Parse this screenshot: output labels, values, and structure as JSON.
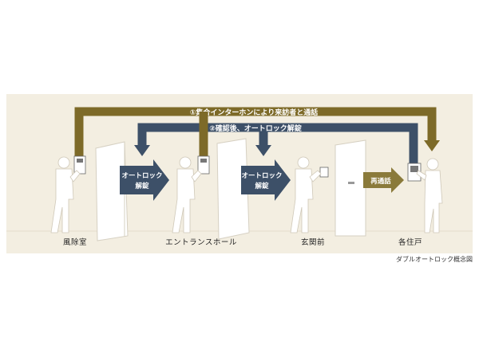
{
  "routes": {
    "call_label": "①集合インターホンにより来訪者と通話",
    "confirm_label": "②確認後、オートロック解錠"
  },
  "unlock_arrows": [
    {
      "line1": "オートロック",
      "line2": "解錠"
    },
    {
      "line1": "オートロック",
      "line2": "解錠"
    }
  ],
  "recall_label": "再通話",
  "locations": {
    "vestibule": "風除室",
    "entrance_hall": "エントランスホール",
    "front_door": "玄関前",
    "dwelling": "各住戸"
  },
  "caption": "ダブルオートロック概念図",
  "colors": {
    "background": "#f3eee1",
    "call_route": "#7d6a28",
    "confirm_route": "#3d5068",
    "recall_arrow": "#8a7a3a",
    "figure": "#ffffff"
  }
}
